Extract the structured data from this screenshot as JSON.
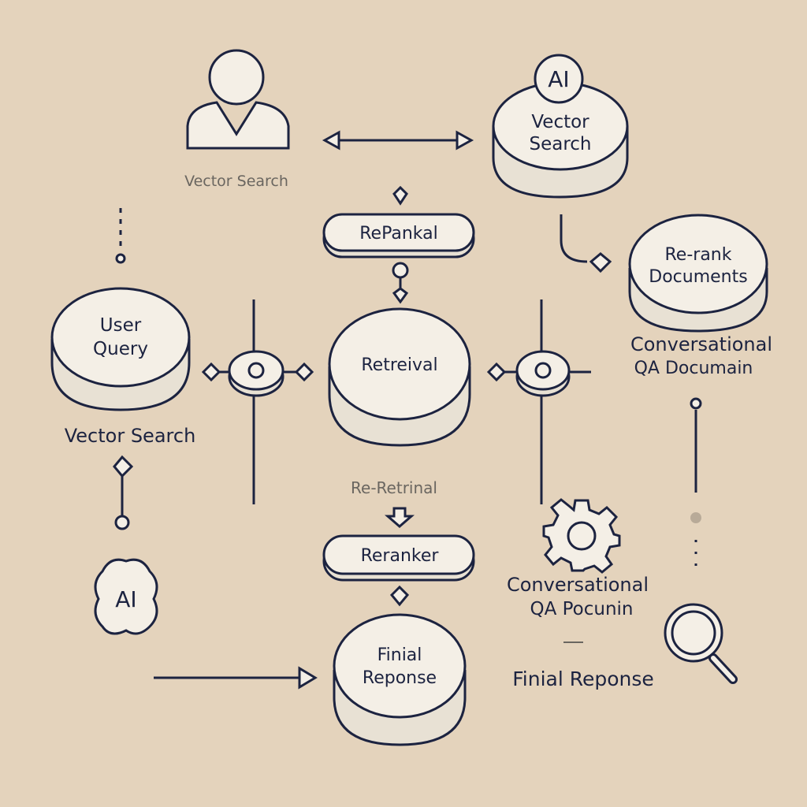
{
  "labels": {
    "user_caption": "Vector Search",
    "ai_badge": "AI",
    "vector_search_node": [
      "Vector",
      "Search"
    ],
    "reranking_pill": "RePankal",
    "rerank_documents": [
      "Re-rank",
      "Documents"
    ],
    "conversational_top": [
      "Conversational",
      "QA Documain"
    ],
    "user_query": [
      "User",
      "Query"
    ],
    "retrieval": "Retreival",
    "left_caption": "Vector Search",
    "re_retrieval": "Re-Retrinal",
    "reranker": "Reranker",
    "ai_gear": "AI",
    "final_response_node": [
      "Finial",
      "Reponse"
    ],
    "conversational_bottom": [
      "Conversational",
      "QA Pocunin"
    ],
    "final_response_caption": "Finial Reponse"
  },
  "colors": {
    "background": "#e4d3bc",
    "ink": "#1c2340",
    "node_fill": "#f4efe6"
  }
}
